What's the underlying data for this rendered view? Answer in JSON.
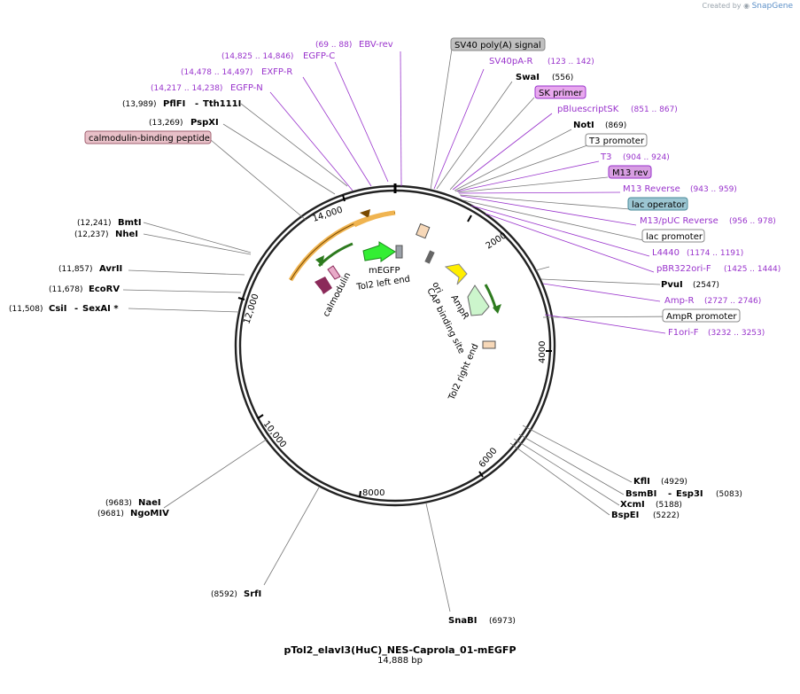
{
  "credit_prefix": "Created by",
  "credit_brand": "SnapGene",
  "map": {
    "title": "pTol2_elavl3(HuC)_NES-Caprola_01-mEGFP",
    "length": "14,888 bp"
  },
  "ticks": [
    "2000",
    "4000",
    "6000",
    "8000",
    "10,000",
    "12,000",
    "14,000"
  ],
  "sites": [
    {
      "name": "SV40 poly(A) signal",
      "type": "boxgray"
    },
    {
      "name": "SV40pA-R",
      "pos": "(123 .. 142)",
      "type": "primer"
    },
    {
      "name": "SwaI",
      "pos": "(556)",
      "type": "enzyme"
    },
    {
      "name": "SK primer",
      "type": "boxpurple"
    },
    {
      "name": "pBluescriptSK",
      "pos": "(851 .. 867)",
      "type": "primer"
    },
    {
      "name": "NotI",
      "pos": "(869)",
      "type": "enzyme"
    },
    {
      "name": "T3 promoter",
      "type": "boxwhite"
    },
    {
      "name": "T3",
      "pos": "(904 .. 924)",
      "type": "primer"
    },
    {
      "name": "M13 rev",
      "type": "boxpurple"
    },
    {
      "name": "M13 Reverse",
      "pos": "(943 .. 959)",
      "type": "primer"
    },
    {
      "name": "lac operator",
      "type": "boxblue"
    },
    {
      "name": "M13/pUC Reverse",
      "pos": "(956 .. 978)",
      "type": "primer"
    },
    {
      "name": "lac promoter",
      "type": "boxwhite"
    },
    {
      "name": "L4440",
      "pos": "(1174 .. 1191)",
      "type": "primer"
    },
    {
      "name": "pBR322ori-F",
      "pos": "(1425 .. 1444)",
      "type": "primer"
    },
    {
      "name": "PvuI",
      "pos": "(2547)",
      "type": "enzyme"
    },
    {
      "name": "Amp-R",
      "pos": "(2727 .. 2746)",
      "type": "primer"
    },
    {
      "name": "AmpR promoter",
      "type": "boxwhite"
    },
    {
      "name": "F1ori-F",
      "pos": "(3232 .. 3253)",
      "type": "primer"
    },
    {
      "name": "KflI",
      "pos": "(4929)",
      "type": "enzyme"
    },
    {
      "name": "BsmBI",
      "name2": "Esp3I",
      "pos": "(5083)",
      "type": "enzyme"
    },
    {
      "name": "XcmI",
      "pos": "(5188)",
      "type": "enzyme"
    },
    {
      "name": "BspEI",
      "pos": "(5222)",
      "type": "enzyme"
    },
    {
      "name": "SnaBI",
      "pos": "(6973)",
      "type": "enzyme"
    },
    {
      "name": "SrfI",
      "pos": "(8592)",
      "type": "enzyme"
    },
    {
      "name": "NaeI",
      "pos": "(9683)",
      "type": "enzyme"
    },
    {
      "name": "NgoMIV",
      "pos": "(9681)",
      "type": "enzyme"
    },
    {
      "name": "CsiI",
      "name2": "SexAI *",
      "pos": "(11,508)",
      "type": "enzyme"
    },
    {
      "name": "EcoRV",
      "pos": "(11,678)",
      "type": "enzyme"
    },
    {
      "name": "AvrII",
      "pos": "(11,857)",
      "type": "enzyme"
    },
    {
      "name": "BmtI",
      "pos": "(12,241)",
      "type": "enzyme"
    },
    {
      "name": "NheI",
      "pos": "(12,237)",
      "type": "enzyme"
    },
    {
      "name": "calmodulin-binding peptide",
      "type": "boxpink"
    },
    {
      "name": "PspXI",
      "pos": "(13,269)",
      "type": "enzyme"
    },
    {
      "name": "PflFI",
      "name2": "Tth111I",
      "pos": "(13,989)",
      "type": "enzyme"
    },
    {
      "name": "EGFP-N",
      "pos": "(14,217 .. 14,238)",
      "type": "primer"
    },
    {
      "name": "EXFP-R",
      "pos": "(14,478 .. 14,497)",
      "type": "primer"
    },
    {
      "name": "EGFP-C",
      "pos": "(14,825 .. 14,846)",
      "type": "primer"
    },
    {
      "name": "EBV-rev",
      "pos": "(69 .. 88)",
      "type": "primer"
    }
  ],
  "features": {
    "calmodulin": "calmodulin",
    "megfp": "mEGFP",
    "tol2_left": "Tol2 left end",
    "ori": "ori",
    "ampr": "AmpR",
    "cap": "CAP binding site",
    "tol2_right": "Tol2 right end"
  },
  "colors": {
    "primer": "#9933cc",
    "backbone": "#222222",
    "megfp": "#33ee33",
    "calmodulin": "#8b2a5a",
    "ori": "#ffee00",
    "ampr": "#ccf5cc",
    "orange_arc": "#f0b450"
  }
}
